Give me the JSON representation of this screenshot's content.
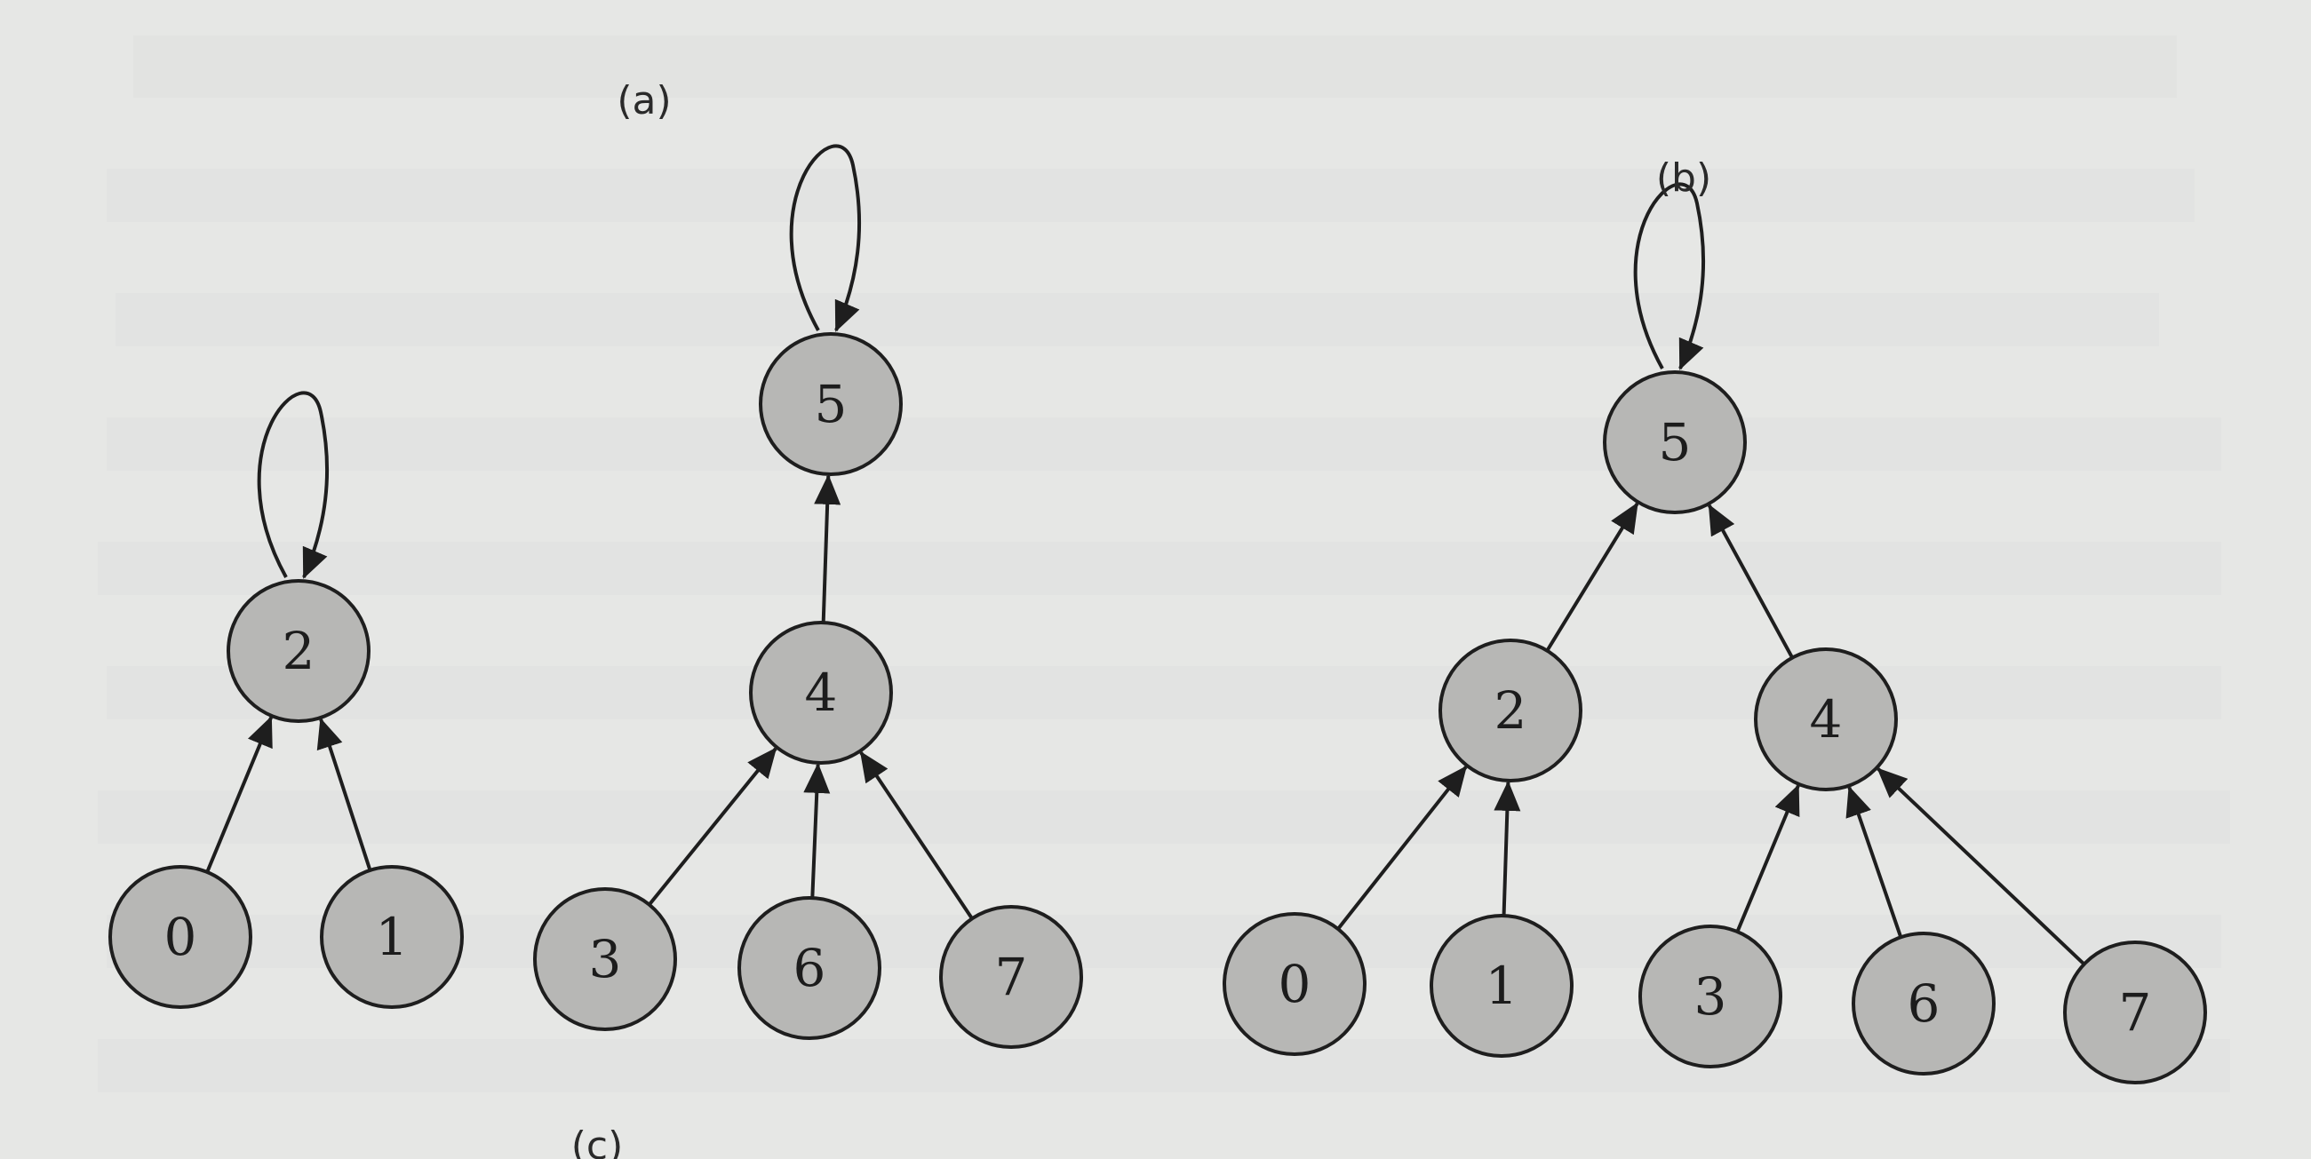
{
  "captions": {
    "a": "(a)",
    "b": "(b)",
    "c": "(c)"
  },
  "diagram_a": {
    "nodes": [
      {
        "id": "a2",
        "label": "2",
        "self_loop": true
      },
      {
        "id": "a0",
        "label": "0"
      },
      {
        "id": "a1",
        "label": "1"
      },
      {
        "id": "a5",
        "label": "5",
        "self_loop": true
      },
      {
        "id": "a4",
        "label": "4"
      },
      {
        "id": "a3",
        "label": "3"
      },
      {
        "id": "a6",
        "label": "6"
      },
      {
        "id": "a7",
        "label": "7"
      }
    ],
    "edges": [
      {
        "from": "a0",
        "to": "a2"
      },
      {
        "from": "a1",
        "to": "a2"
      },
      {
        "from": "a4",
        "to": "a5"
      },
      {
        "from": "a3",
        "to": "a4"
      },
      {
        "from": "a6",
        "to": "a4"
      },
      {
        "from": "a7",
        "to": "a4"
      }
    ]
  },
  "diagram_b": {
    "nodes": [
      {
        "id": "b5",
        "label": "5",
        "self_loop": true
      },
      {
        "id": "b2",
        "label": "2"
      },
      {
        "id": "b4",
        "label": "4"
      },
      {
        "id": "b0",
        "label": "0"
      },
      {
        "id": "b1",
        "label": "1"
      },
      {
        "id": "b3",
        "label": "3"
      },
      {
        "id": "b6",
        "label": "6"
      },
      {
        "id": "b7",
        "label": "7"
      }
    ],
    "edges": [
      {
        "from": "b2",
        "to": "b5"
      },
      {
        "from": "b4",
        "to": "b5"
      },
      {
        "from": "b0",
        "to": "b2"
      },
      {
        "from": "b1",
        "to": "b2"
      },
      {
        "from": "b3",
        "to": "b4"
      },
      {
        "from": "b6",
        "to": "b4"
      },
      {
        "from": "b7",
        "to": "b4"
      }
    ]
  }
}
